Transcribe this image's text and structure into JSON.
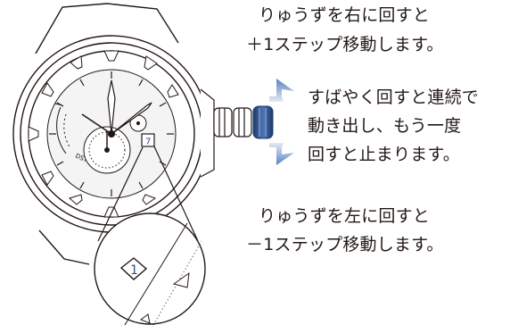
{
  "instructions": {
    "turn_right_line1": "りゅうずを右に回すと",
    "turn_right_line2": "＋1ステップ移動します。",
    "continuous_line1": "すばやく回すと連続で",
    "continuous_line2": "動き出し、もう一度",
    "continuous_line3": "回すと止まります。",
    "turn_left_line1": "りゅうずを左に回すと",
    "turn_left_line2": "－1ステップ移動します。"
  },
  "watch": {
    "date_value": "7",
    "magnified_date_value": "1",
    "dial_mark_dst": "DST"
  },
  "colors": {
    "arrow_blue": "#5b82c0",
    "crown_blue": "#2b4f8c",
    "outline": "#231815",
    "date_text": "#2b4f8c"
  },
  "icons": [
    "rotate-up-arrow-icon",
    "rotate-down-arrow-icon",
    "crown-icon"
  ]
}
